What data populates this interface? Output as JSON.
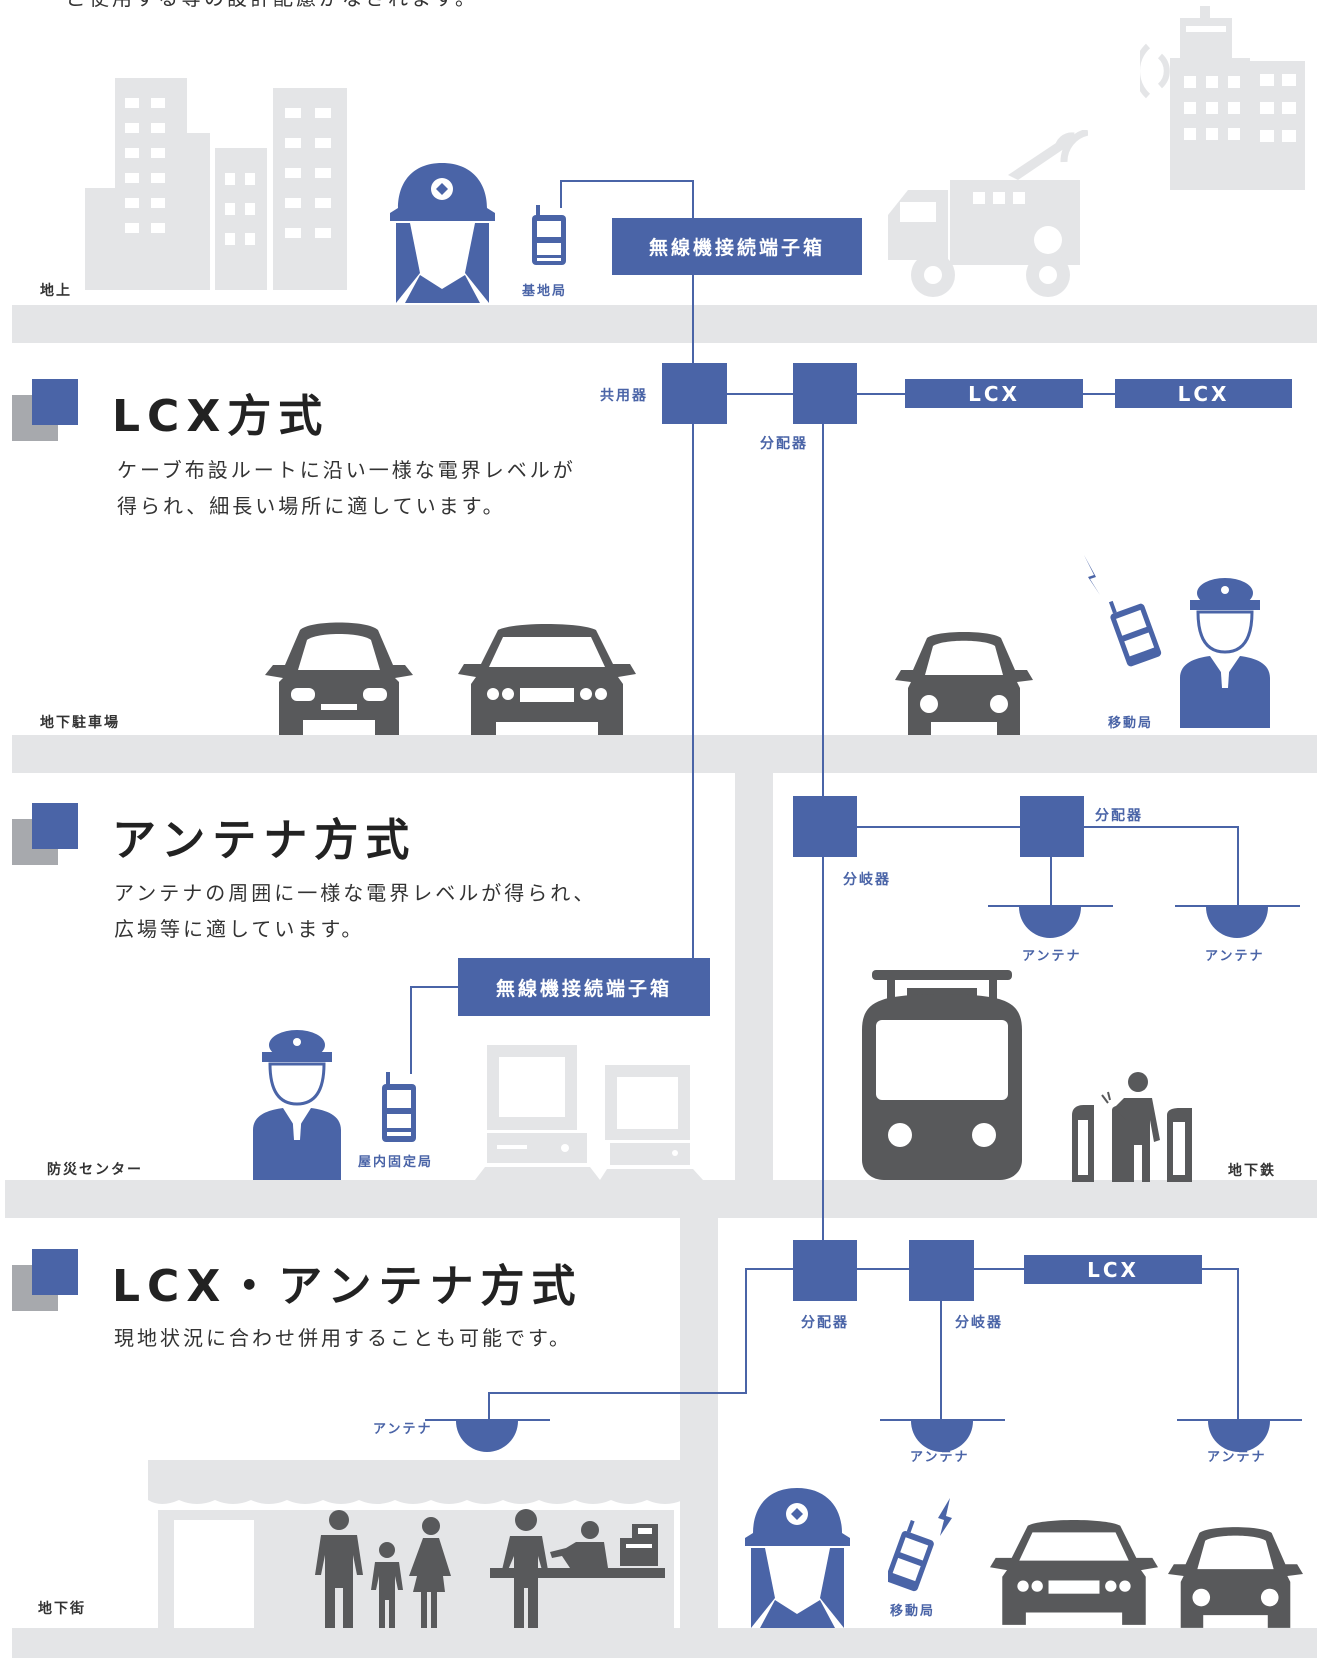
{
  "top_text": "ご使用する等の設計配慮がなされます。",
  "levels": {
    "ground": "地上",
    "parking": "地下駐車場",
    "disaster_center": "防災センター",
    "subway": "地下鉄",
    "underground_mall": "地下街"
  },
  "sections": [
    {
      "title": "LCX方式",
      "desc_lines": [
        "ケーブ布設ルートに沿い一様な電界レベルが",
        "得られ、細長い場所に適しています。"
      ]
    },
    {
      "title": "アンテナ方式",
      "desc_lines": [
        "アンテナの周囲に一様な電界レベルが得られ、",
        "広場等に適しています。"
      ]
    },
    {
      "title": "LCX・アンテナ方式",
      "desc_lines": [
        "現地状況に合わせ併用することも可能です。"
      ]
    }
  ],
  "diagram": {
    "terminal_box": "無線機接続端子箱",
    "base_station": "基地局",
    "combiner": "共用器",
    "distributor": "分配器",
    "brancher": "分岐器",
    "lcx": "LCX",
    "antenna": "アンテナ",
    "mobile_station": "移動局",
    "indoor_fixed_station": "屋内固定局"
  },
  "colors": {
    "accent": "#4a64a7",
    "dark_icon": "#58595b",
    "light_icon": "#e4e5e7",
    "floor": "#e4e5e7"
  }
}
